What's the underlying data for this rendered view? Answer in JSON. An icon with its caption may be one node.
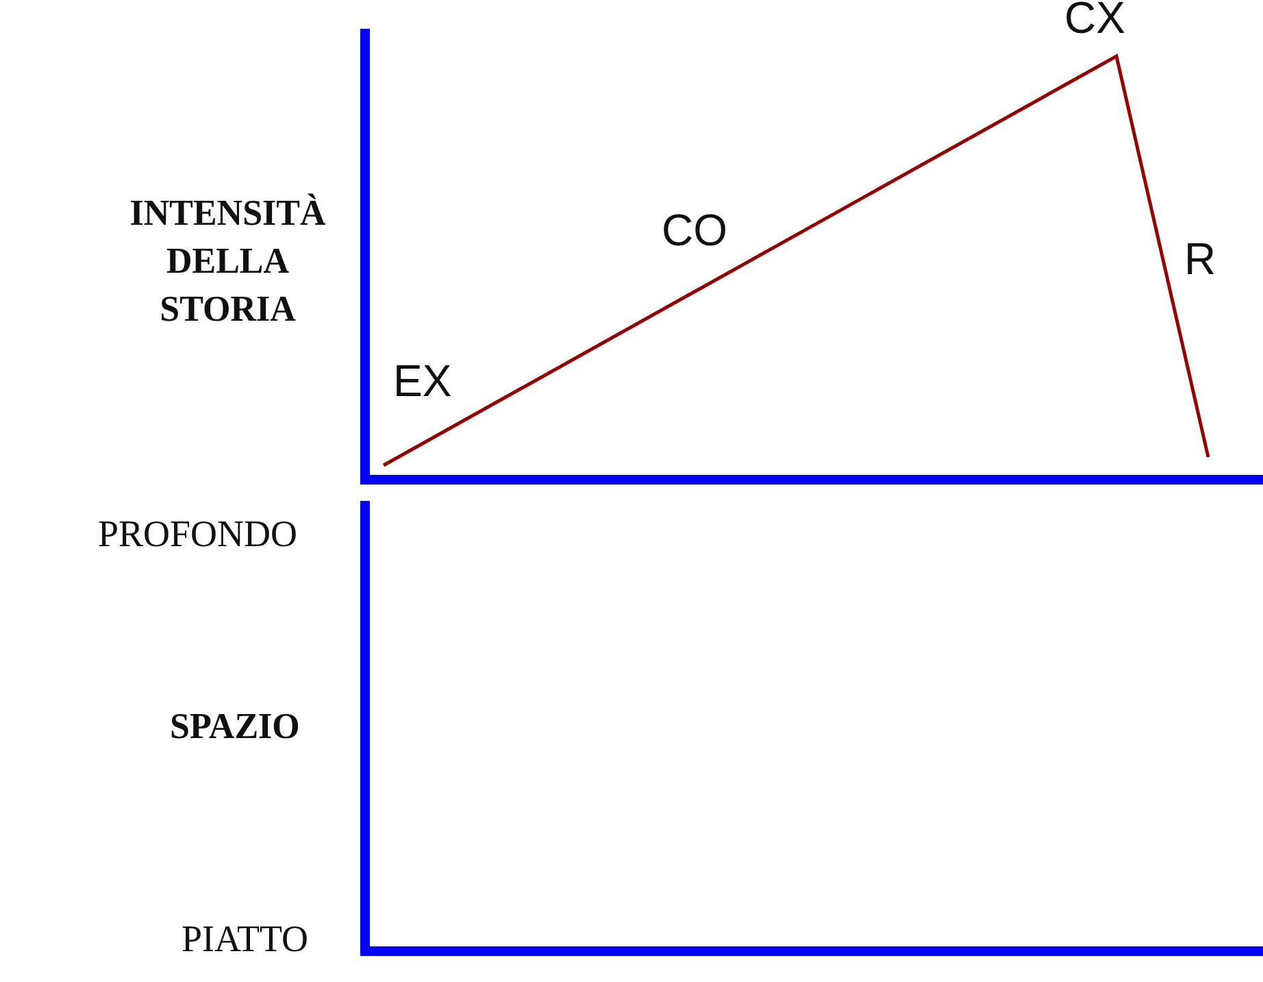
{
  "diagram": {
    "labels": [
      "INTENSITÀ DELLA STORIA",
      "EX",
      "CO",
      "CX",
      "R",
      "PROFONDO",
      "SPAZIO",
      "PIATTO"
    ]
  }
}
